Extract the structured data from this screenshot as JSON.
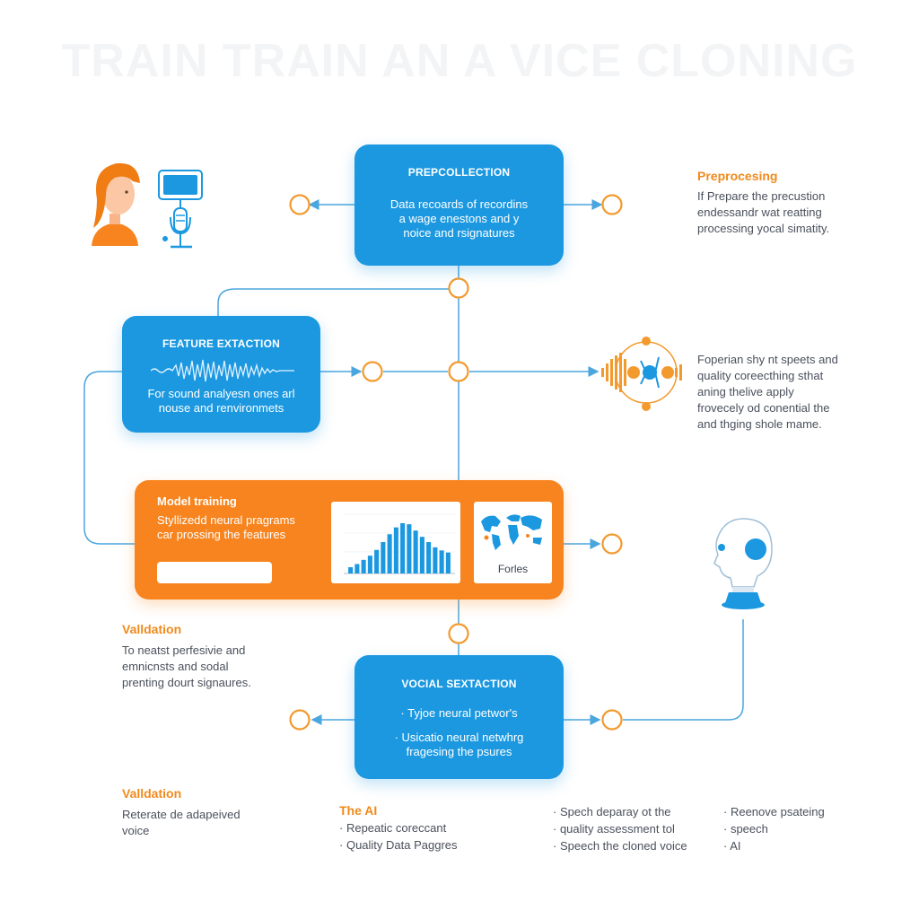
{
  "title": "TRAIN TRAIN AN A VICE CLONING",
  "colors": {
    "blue": "#1b98e0",
    "orange": "#f7841e",
    "node_ring": "#f39a2e",
    "line": "#4aa6de"
  },
  "icons": [
    "person-icon",
    "microphone-icon",
    "soundwave-icon",
    "waveform-icon",
    "world-map-icon",
    "robot-head-icon"
  ],
  "prepcollection": {
    "title": "PREPCOLLECTION",
    "lines": [
      "Data recoards of recordins",
      "a wage enestons and y",
      "noice and rsignatures"
    ]
  },
  "preprocessing": {
    "heading": "Preprocesing",
    "lines": [
      "If Prepare the precustion",
      "endessandr wat reatting",
      "processing yocal simatity."
    ]
  },
  "feature_extraction": {
    "title": "FEATURE EXTACTION",
    "lines": [
      "For sound analyesn ones arl",
      "nouse and renvironmets"
    ]
  },
  "right_note": {
    "lines": [
      "Foperian shy nt speets and",
      "quality coreecthing sthat",
      "aning thelive apply",
      "frovecely od conential the",
      "and thging shole mame."
    ]
  },
  "model_training": {
    "title": "Model training",
    "lines": [
      "Styllizedd neural pragrams",
      "car prossing the features"
    ],
    "map_label": "Forles"
  },
  "chart_data": {
    "type": "bar",
    "title": "",
    "xlabel": "",
    "ylabel": "",
    "ylim": [
      0,
      120
    ],
    "values": [
      12,
      18,
      26,
      34,
      45,
      60,
      75,
      88,
      96,
      94,
      82,
      70,
      60,
      50,
      44,
      40
    ]
  },
  "validation_left": {
    "heading": "Valldation",
    "lines": [
      "To neatst perfesivie and",
      "emnicnsts  and sodal",
      "prenting dourt signaures."
    ]
  },
  "vocal_extraction": {
    "title": "VOCIAL SEXTACTION",
    "bullets": [
      "Tyjoe neural petwor's",
      "Usicatio neural netwhrg",
      "fragesing the psures"
    ]
  },
  "validation_bottom": {
    "heading": "Valldation",
    "lines": [
      "Reterate de adapeived",
      "voice"
    ]
  },
  "the_ai": {
    "heading": "The AI",
    "bullets": [
      "Repeatic coreccant",
      "Quality Data Paggres"
    ]
  },
  "speech_col": {
    "bullets": [
      "Spech deparay ot the",
      "quality assessment tol",
      "Speech the cloned voice"
    ]
  },
  "remove_col": {
    "bullets": [
      "Reenove psateing",
      "speech",
      "AI"
    ]
  }
}
